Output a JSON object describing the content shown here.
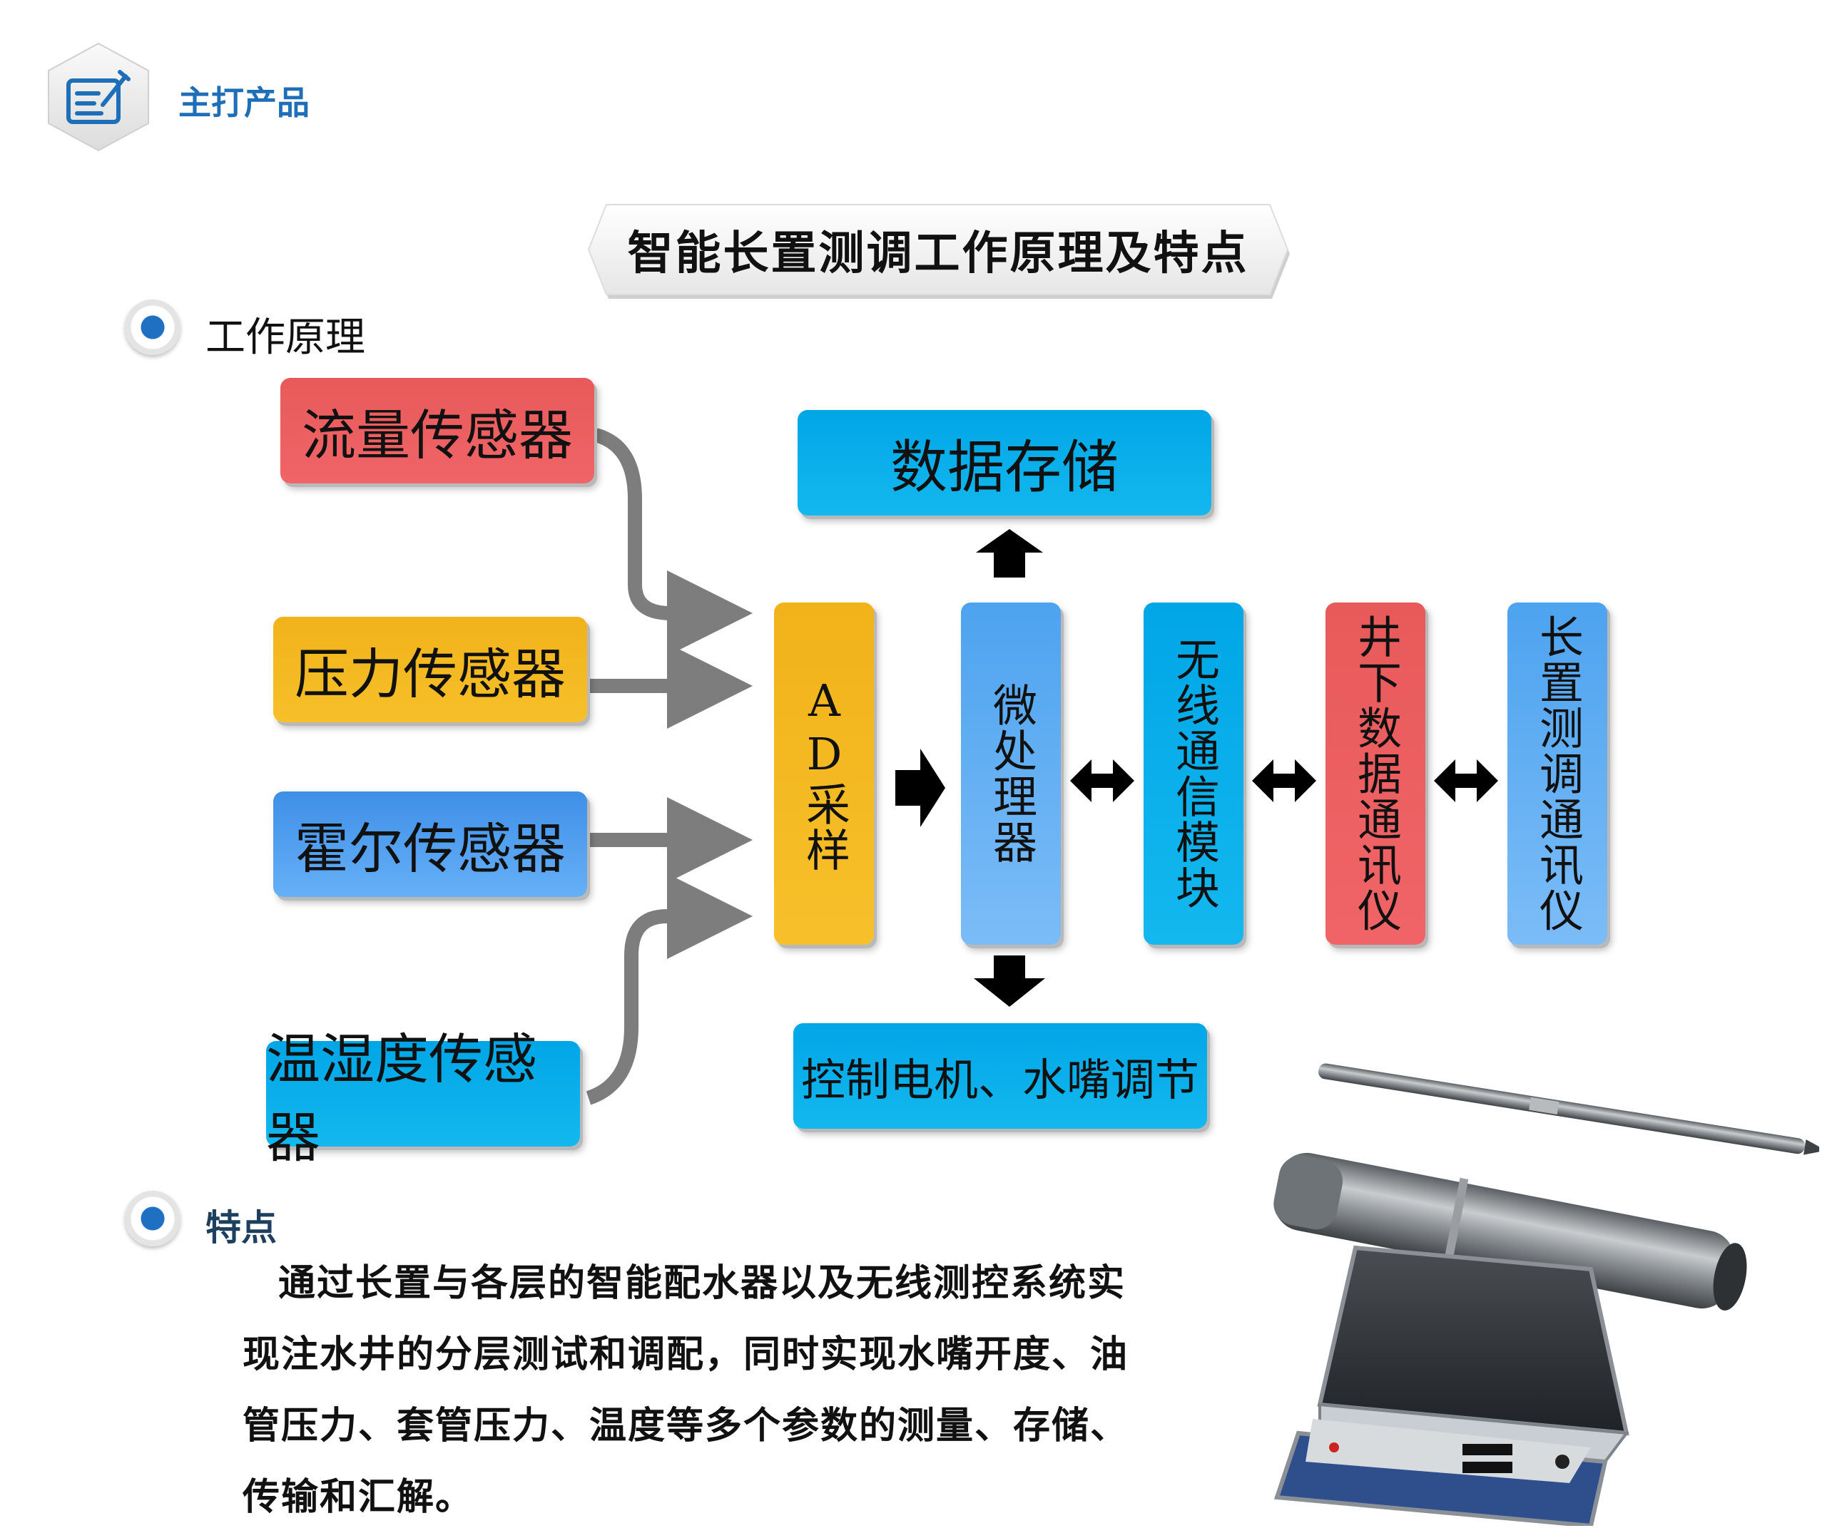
{
  "header": {
    "title": "主打产品"
  },
  "banner": {
    "title": "智能长置测调工作原理及特点"
  },
  "sections": {
    "principle": "工作原理",
    "features": "特点"
  },
  "sensors": [
    {
      "label": "流量传感器",
      "color": "#ec5f62"
    },
    {
      "label": "压力传感器",
      "color": "#f4b823"
    },
    {
      "label": "霍尔传感器",
      "color": "#4c9bee"
    },
    {
      "label": "温湿度传感器",
      "color": "#0aaeea"
    }
  ],
  "modules": {
    "storage": "数据存储",
    "control": "控制电机、水嘴调节",
    "ad": "AD采样",
    "cpu": "微处理器",
    "wireless": "无线通信模块",
    "downhole": "井下数据通讯仪",
    "surface": "长置测调通讯仪"
  },
  "features_text": "通过长置与各层的智能配水器以及无线测控系统实现注水井的分层测试和调配，同时实现水嘴开度、油管压力、套管压力、温度等多个参数的测量、存储、传输和汇解。",
  "icons": [
    "edit-document-icon",
    "tool-pipe-image",
    "instrument-case-image"
  ],
  "colors": {
    "accent": "#1f6fb8",
    "cyan": "#00a6e6",
    "red": "#ec5f62",
    "yellow": "#f4b823",
    "blue": "#4c9bee"
  }
}
